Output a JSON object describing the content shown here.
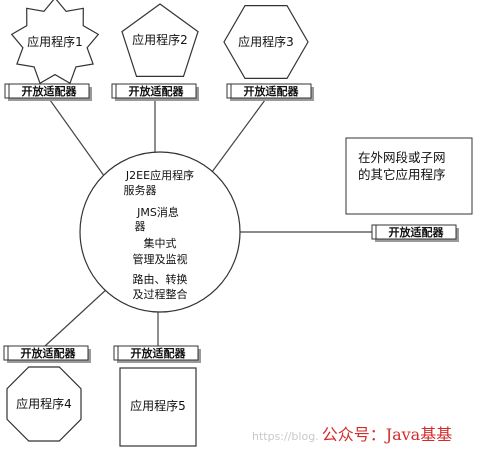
{
  "applications": [
    {
      "id": "app1",
      "label": "应用程序1",
      "shape": "star"
    },
    {
      "id": "app2",
      "label": "应用程序2",
      "shape": "pentagon"
    },
    {
      "id": "app3",
      "label": "应用程序3",
      "shape": "hexagon"
    },
    {
      "id": "app4",
      "label": "应用程序4",
      "shape": "octagon"
    },
    {
      "id": "app5",
      "label": "应用程序5",
      "shape": "rectangle"
    }
  ],
  "adapter_label": "开放适配器",
  "server": {
    "lines": [
      "J2EE应用程序",
      "服务器",
      "JMS消息",
      "器",
      "集中式",
      "管理及监视",
      "路由、转换",
      "及过程整合"
    ]
  },
  "external_box": {
    "lines": [
      "在外网段或子网",
      "的其它应用程序"
    ]
  },
  "watermark": {
    "url": "https://blog.",
    "account": "公众号：Java基基"
  }
}
